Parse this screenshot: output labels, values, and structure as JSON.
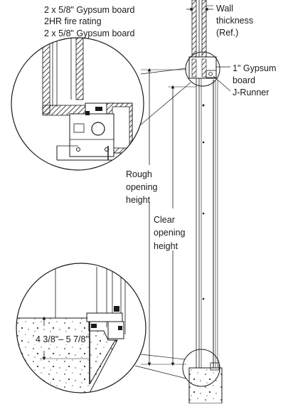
{
  "labels": {
    "top_left": [
      "2 x 5/8\" Gypsum board",
      "2HR fire rating",
      "2 x 5/8\" Gypsum board"
    ],
    "wall_thickness": [
      "Wall",
      "thickness",
      "(Ref.)"
    ],
    "gypsum_runner": [
      "1\" Gypsum",
      "board",
      "J-Runner"
    ],
    "rough_opening": [
      "Rough",
      "opening",
      "height"
    ],
    "clear_opening": [
      "Clear",
      "opening",
      "height"
    ],
    "sill_dimension": "4 3/8\"– 5 7/8\""
  },
  "colors": {
    "line": "#1a1a1a",
    "hatch": "#1a1a1a",
    "fill": "#ffffff"
  }
}
